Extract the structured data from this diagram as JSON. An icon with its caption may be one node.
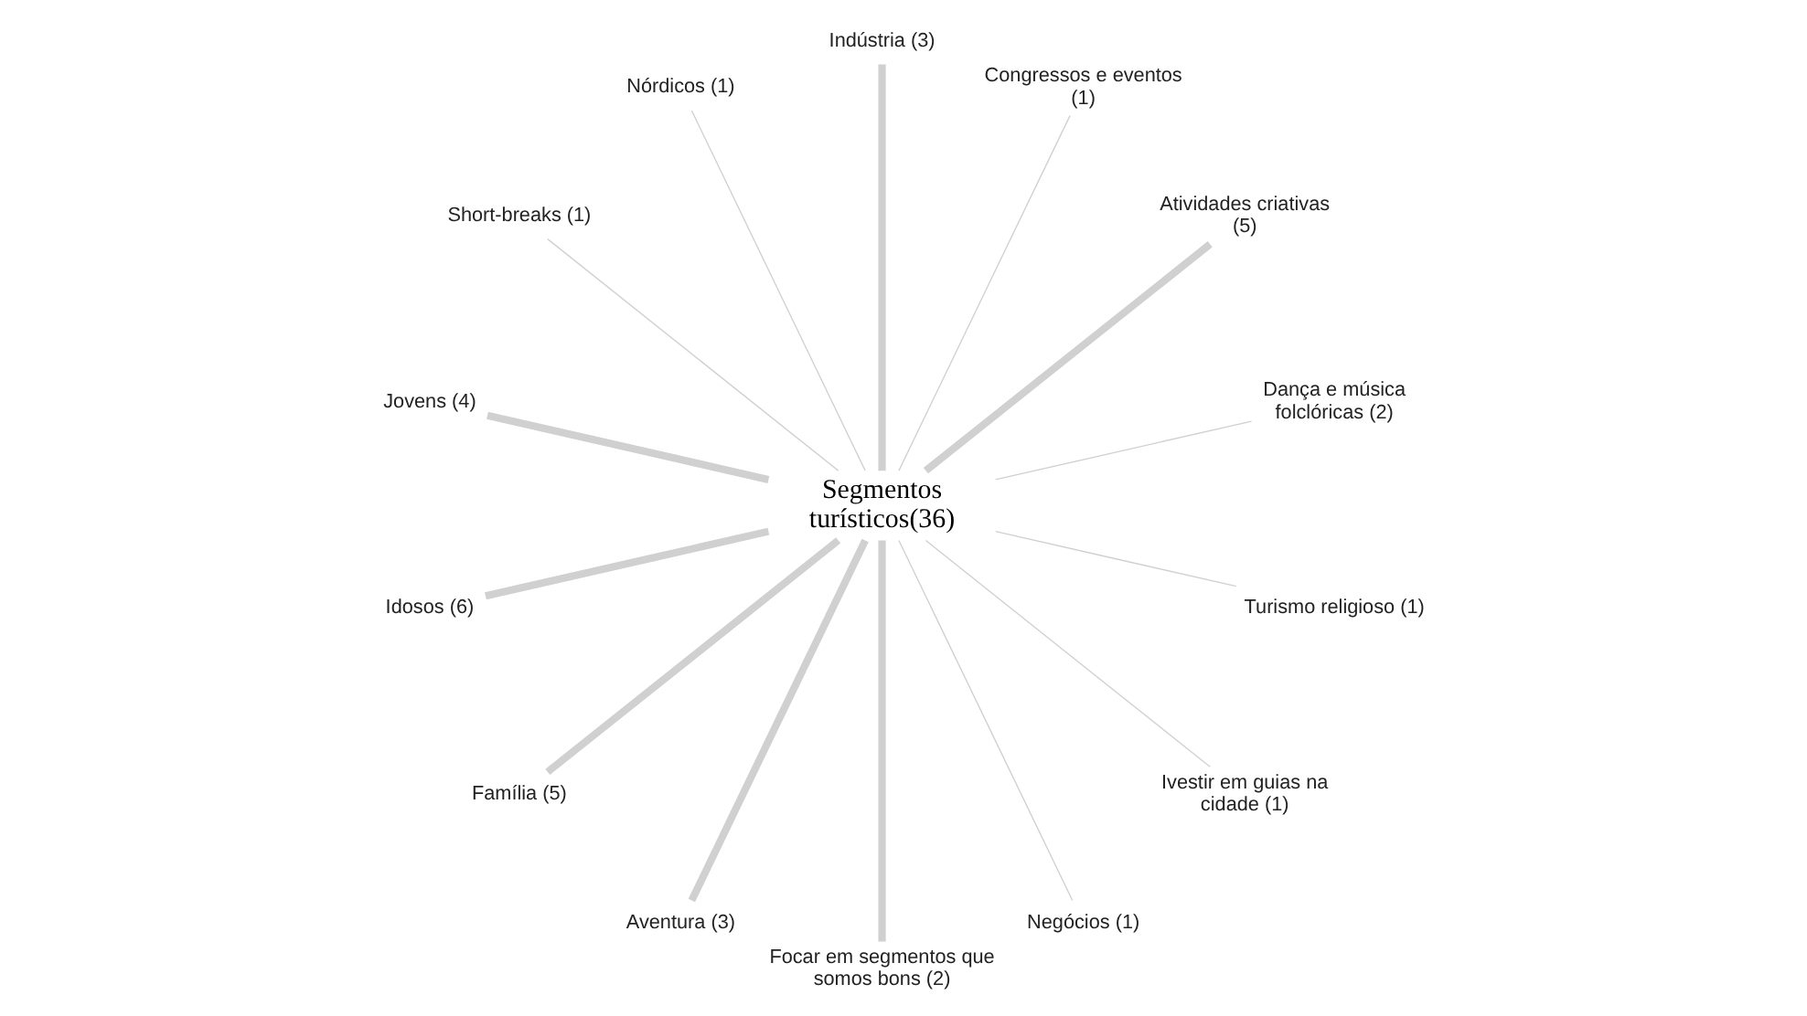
{
  "diagram": {
    "nodes": [
      {
        "text": [
          "Segmentos turísticos(36)"
        ]
      },
      {
        "text": [
          "Dança e música folclóricas (2)"
        ]
      },
      {
        "text": [
          "Atividades criativas (5)"
        ]
      },
      {
        "text": [
          "Congressos e eventos (1)"
        ]
      },
      {
        "text": [
          "Indústria (3)"
        ]
      },
      {
        "text": [
          "Nórdicos (1)"
        ]
      },
      {
        "text": [
          "Short-breaks (1)"
        ]
      },
      {
        "text": [
          "Jovens (4)"
        ]
      },
      {
        "text": [
          "Idosos (6)"
        ]
      },
      {
        "text": [
          "Família (5)"
        ]
      },
      {
        "text": [
          "Aventura (3)"
        ]
      },
      {
        "text": [
          "Focar em segmentos que somos bons (2)"
        ]
      },
      {
        "text": [
          "Negócios (1)"
        ]
      },
      {
        "text": [
          "Ivestir em guias na cidade (1)"
        ]
      },
      {
        "text": [
          "Turismo religioso (1)"
        ]
      }
    ],
    "edges": [
      {
        "from": 0,
        "to": 1,
        "arrow": "none"
      },
      {
        "from": 0,
        "to": 2,
        "arrow": "none",
        "style": "thick"
      },
      {
        "from": 0,
        "to": 3,
        "arrow": "none"
      },
      {
        "from": 0,
        "to": 4,
        "arrow": "none",
        "style": "thick"
      },
      {
        "from": 0,
        "to": 5,
        "arrow": "none"
      },
      {
        "from": 0,
        "to": 6,
        "arrow": "none"
      },
      {
        "from": 0,
        "to": 7,
        "arrow": "none",
        "style": "thick"
      },
      {
        "from": 0,
        "to": 8,
        "arrow": "none",
        "style": "thick"
      },
      {
        "from": 0,
        "to": 9,
        "arrow": "none",
        "style": "thick"
      },
      {
        "from": 0,
        "to": 10,
        "arrow": "none",
        "style": "thick"
      },
      {
        "from": 0,
        "to": 11,
        "arrow": "none",
        "style": "thick"
      },
      {
        "from": 0,
        "to": 12,
        "arrow": "none"
      },
      {
        "from": 0,
        "to": 13,
        "arrow": "none"
      },
      {
        "from": 0,
        "to": 14,
        "arrow": "none"
      }
    ]
  }
}
